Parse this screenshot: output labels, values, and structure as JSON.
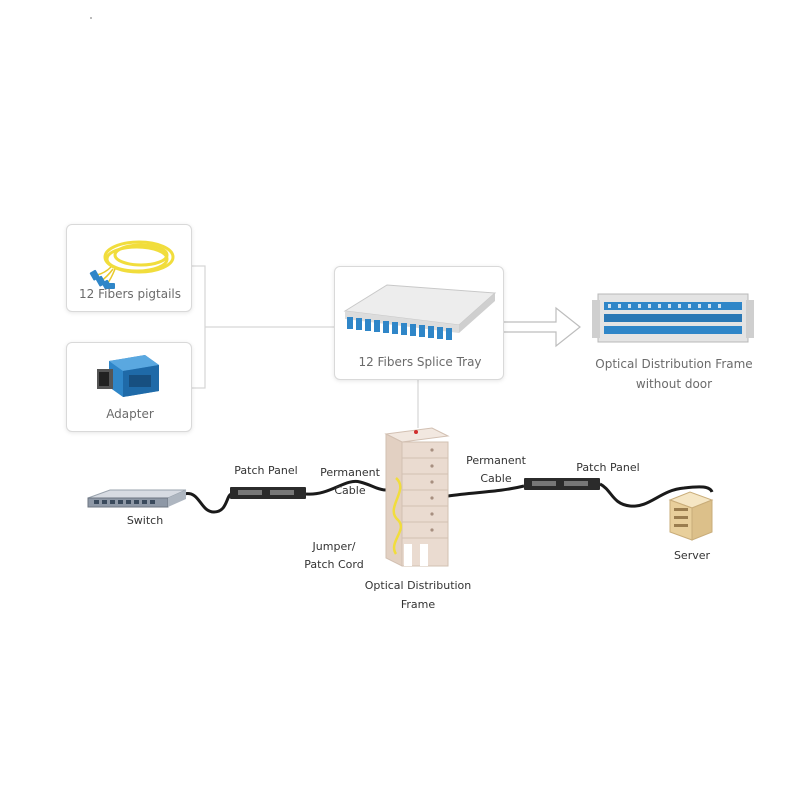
{
  "cards": {
    "pigtails": {
      "label": "12 Fibers pigtails"
    },
    "adapter": {
      "label": "Adapter"
    },
    "splice_tray": {
      "label": "12 Fibers Splice Tray"
    }
  },
  "odf_without_door": {
    "line1": "Optical Distribution Frame",
    "line2": "without door"
  },
  "network": {
    "switch": "Switch",
    "patch_panel_left": "Patch Panel",
    "permanent_cable_left": {
      "line1": "Permanent",
      "line2": "Cable"
    },
    "jumper": {
      "line1": "Jumper/",
      "line2": "Patch Cord"
    },
    "odf": {
      "line1": "Optical Distribution",
      "line2": "Frame"
    },
    "permanent_cable_right": {
      "line1": "Permanent",
      "line2": "Cable"
    },
    "patch_panel_right": "Patch Panel",
    "server": "Server"
  },
  "colors": {
    "fiber_yellow": "#f1dd3c",
    "connector_blue": "#2f86c8",
    "cable_black": "#1a1a1a",
    "odf_beige": "#eadbd0"
  }
}
